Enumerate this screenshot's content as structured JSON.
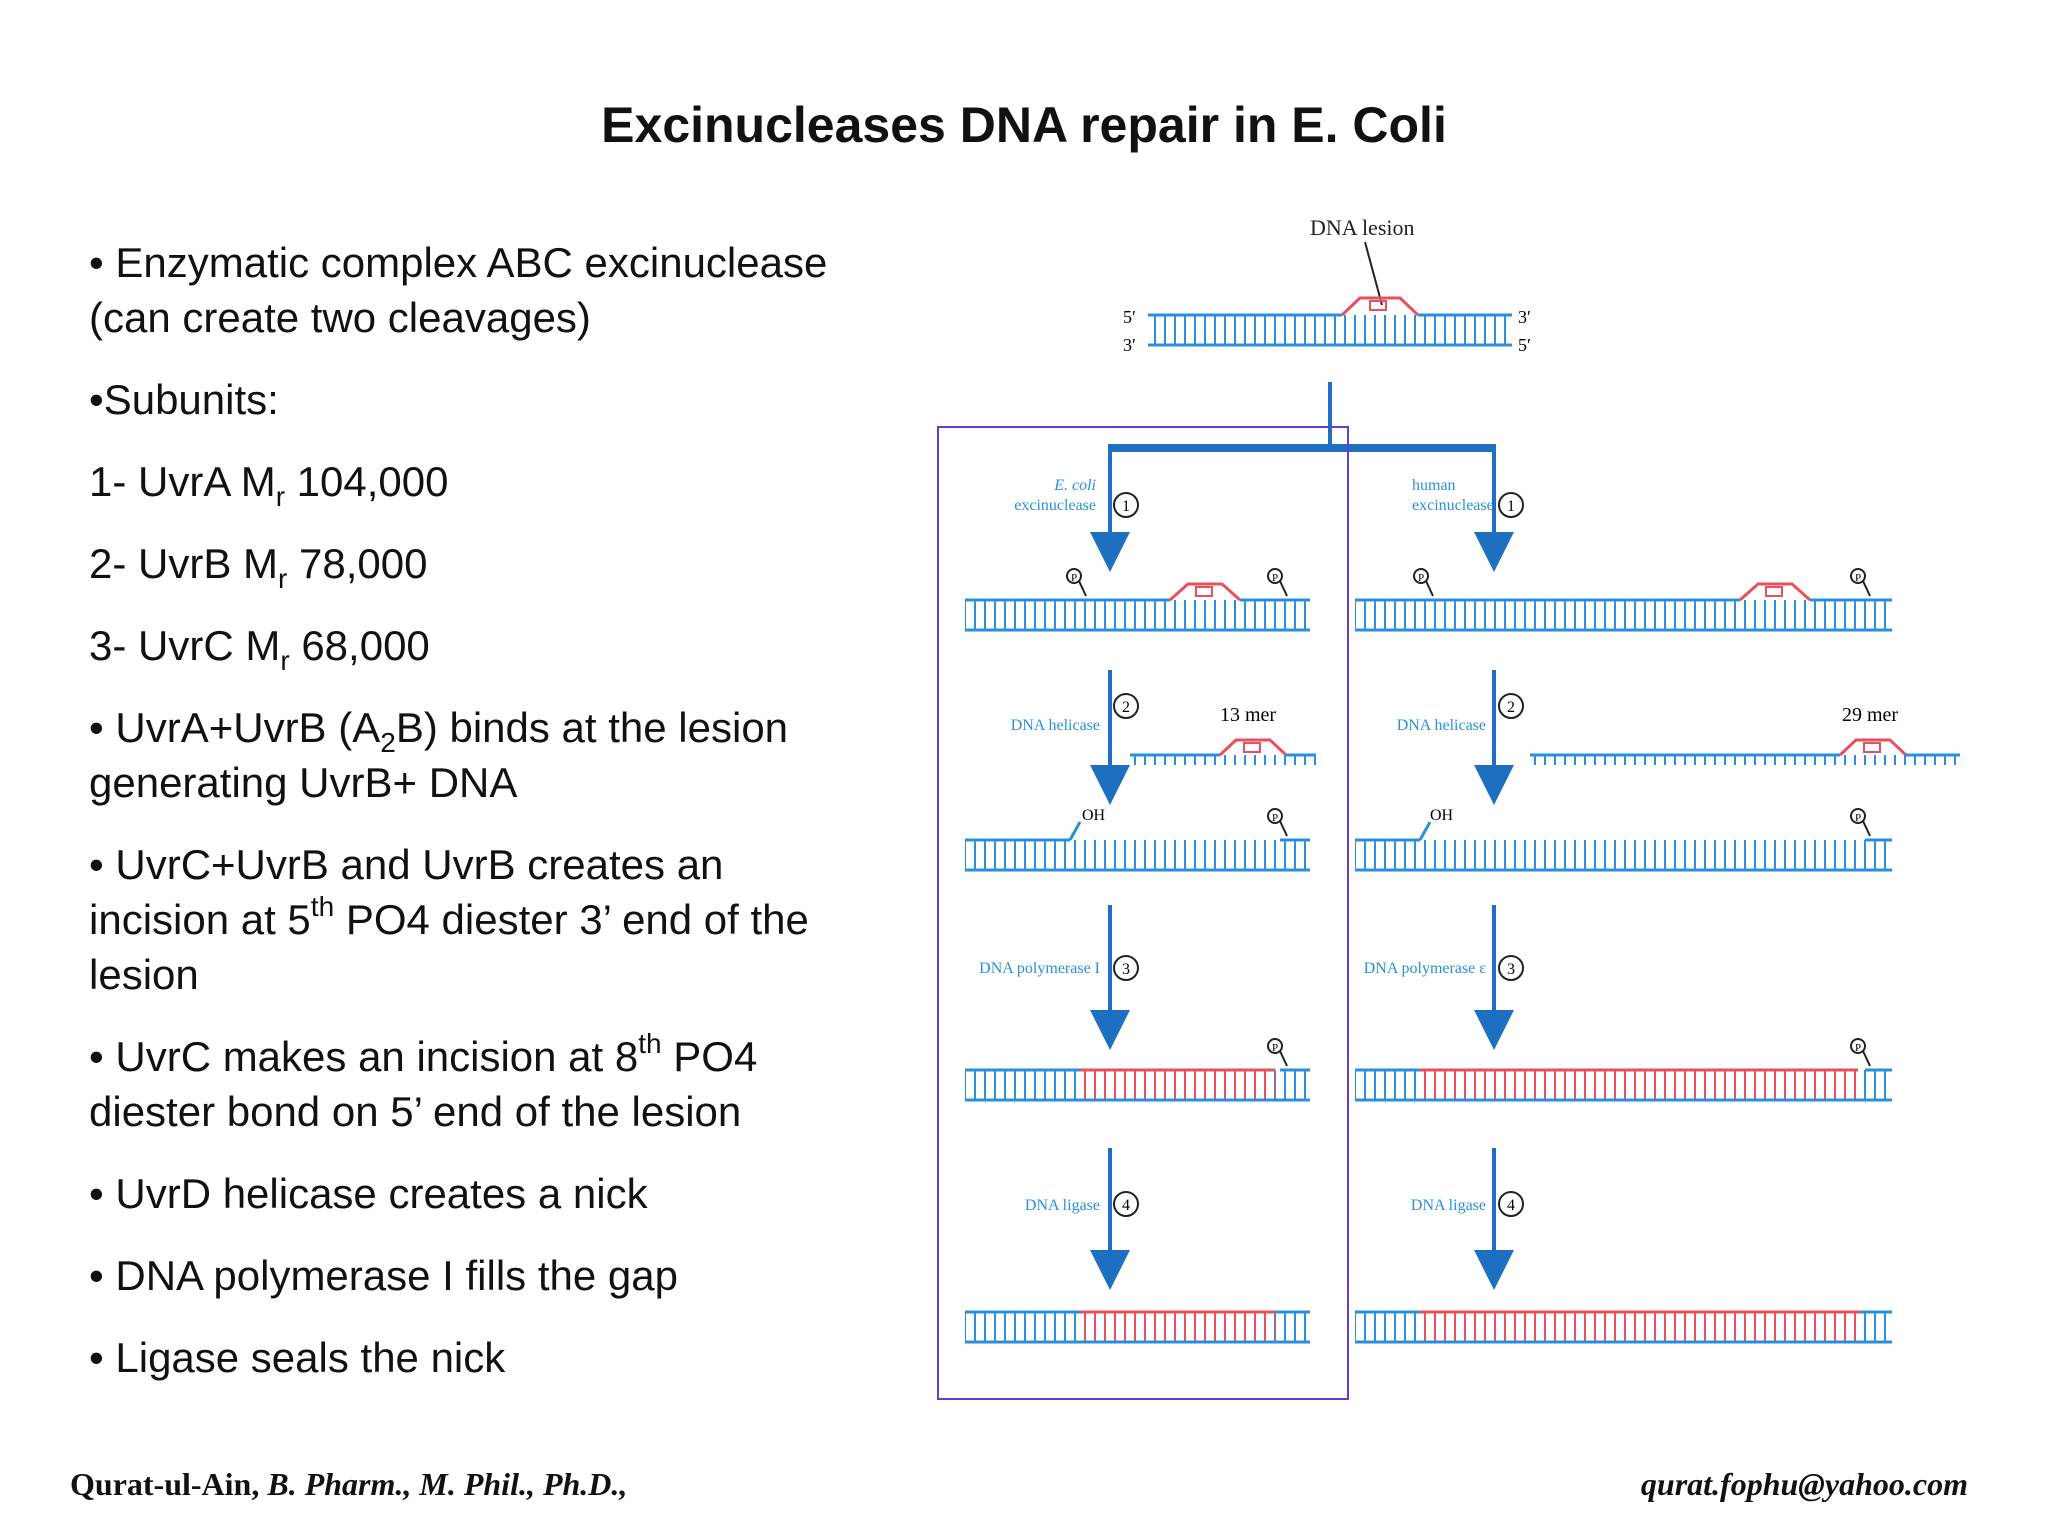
{
  "title": "Excinucleases DNA repair in E. Coli",
  "bullets": {
    "b1": "• Enzymatic complex  ABC excinuclease (can create two cleavages)",
    "b2": "•Subunits:",
    "uvra": {
      "pre": "1- UvrA M",
      "sub": "r",
      "post": " 104,000"
    },
    "uvrb": {
      "pre": "2- UvrB M",
      "sub": "r",
      "post": " 78,000"
    },
    "uvrc": {
      "pre": "3- UvrC M",
      "sub": "r",
      "post": " 68,000"
    },
    "b6": {
      "pre": "• UvrA+UvrB (A",
      "sub": "2",
      "post": "B) binds at the lesion generating UvrB+ DNA"
    },
    "b7": {
      "pre": "• UvrC+UvrB and UvrB creates an incision at 5",
      "sup": "th",
      "post": " PO4 diester 3’ end of the lesion"
    },
    "b8": {
      "pre": "• UvrC makes an incision at 8",
      "sup": "th",
      "post": " PO4 diester bond on 5’ end of the lesion"
    },
    "b9": "• UvrD helicase creates a nick",
    "b10": "• DNA polymerase I fills the gap",
    "b11": "• Ligase seals the nick"
  },
  "diagram": {
    "lesion_label": "DNA lesion",
    "end_5": "5′",
    "end_3": "3′",
    "left": {
      "enzyme1": [
        "E. coli",
        "excinuclease"
      ],
      "enzyme2": "DNA helicase",
      "enzyme3": "DNA polymerase I",
      "enzyme4": "DNA ligase",
      "oligo": "13 mer"
    },
    "right": {
      "enzyme1": [
        "human",
        "excinuclease"
      ],
      "enzyme2": "DNA helicase",
      "enzyme3": "DNA polymerase ε",
      "enzyme4": "DNA ligase",
      "oligo": "29 mer"
    },
    "steps": [
      "1",
      "2",
      "3",
      "4"
    ],
    "phosphate": "P",
    "hydroxyl": "OH",
    "colors": {
      "dna": "#2a8fdc",
      "repair": "#e8505b",
      "box": "#6a3fc8",
      "arrow": "#1f6fc0"
    }
  },
  "footer": {
    "author": "Qurat-ul-Ain, ",
    "credentials": "B. Pharm., M. Phil., Ph.D.,",
    "email": "qurat.fophu@yahoo.com"
  }
}
